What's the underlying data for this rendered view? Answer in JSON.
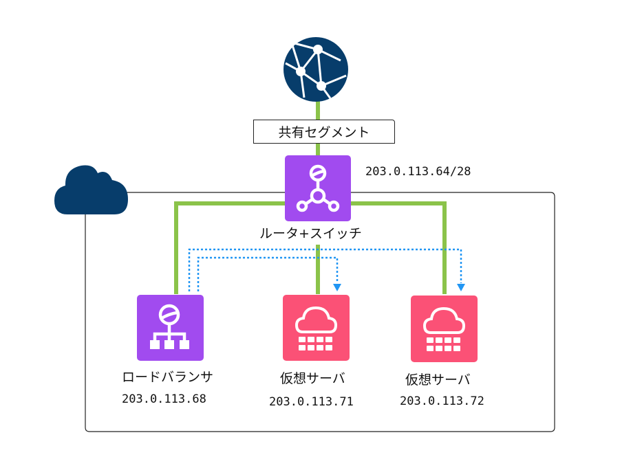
{
  "colors": {
    "internet": "#073d6b",
    "cloud": "#073d6b",
    "router": "#a14bef",
    "loadbalancer": "#a14bef",
    "server": "#fb5176",
    "link_green": "#8bc34a",
    "dotted_blue": "#2196f3",
    "border": "#222222"
  },
  "internet": {
    "icon": "globe-network-icon"
  },
  "segment": {
    "label": "共有セグメント"
  },
  "router": {
    "label": "ルータ+スイッチ",
    "subnet": "203.0.113.64/28",
    "icon": "router-hub-icon"
  },
  "cloud": {
    "icon": "cloud-icon"
  },
  "nodes": [
    {
      "id": "lb",
      "label": "ロードバランサ",
      "ip": "203.0.113.68",
      "icon": "load-balancer-icon"
    },
    {
      "id": "vs1",
      "label": "仮想サーバ",
      "ip": "203.0.113.71",
      "icon": "cloud-server-icon"
    },
    {
      "id": "vs2",
      "label": "仮想サーバ",
      "ip": "203.0.113.72",
      "icon": "cloud-server-icon"
    }
  ]
}
